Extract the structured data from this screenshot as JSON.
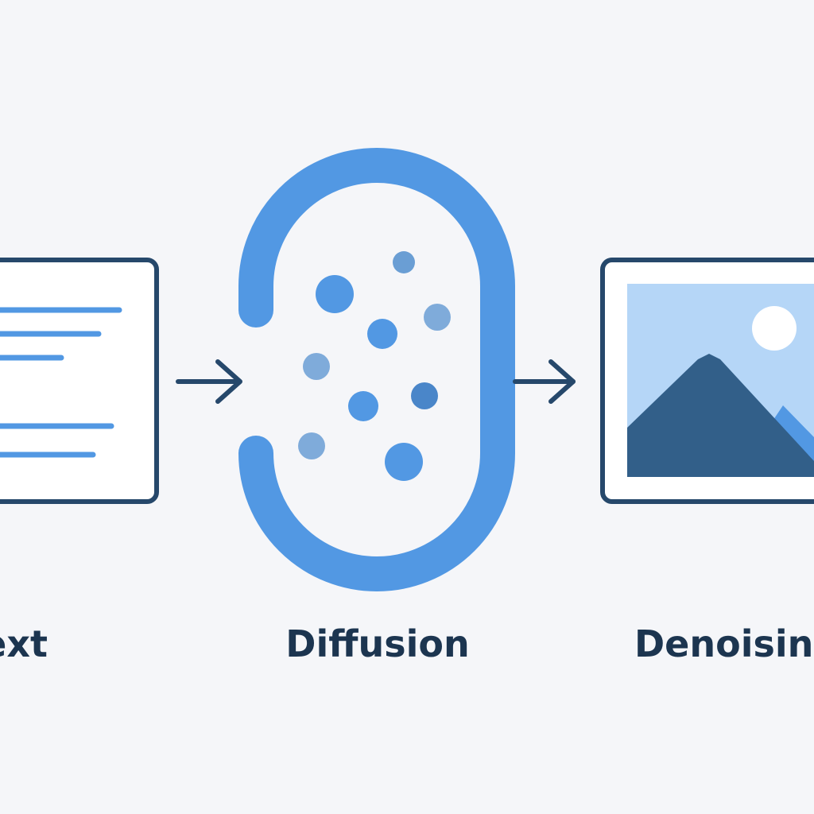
{
  "diagram": {
    "steps": [
      {
        "label": "Text"
      },
      {
        "label": "Diffusion"
      },
      {
        "label": "Denoising"
      }
    ]
  },
  "colors": {
    "background": "#f5f6f9",
    "outline": "#26486b",
    "accent_blue": "#5298e3",
    "particle_dark": "#4a86c9",
    "particle_light": "#7fabda",
    "sky": "#b5d6f7",
    "mountain_dark": "#325f89",
    "sun": "#ffffff",
    "label_text": "#1c3550"
  },
  "icons": {
    "document": "document-icon",
    "diffusion": "noise-loop-icon",
    "image": "landscape-image-icon",
    "arrow": "arrow-right-icon"
  }
}
